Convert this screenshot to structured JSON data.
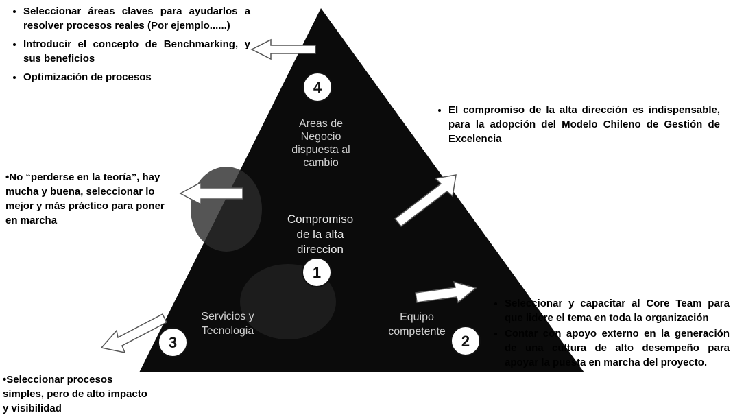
{
  "triangle": {
    "levels": [
      {
        "number": "4",
        "label_lines": [
          "Areas de",
          "Negocio",
          "dispuesta al",
          "cambio"
        ]
      },
      {
        "number": "1",
        "label_lines": [
          "Compromiso",
          "de la alta",
          "direccion"
        ]
      },
      {
        "number": "3",
        "label_lines": [
          "Servicios y",
          "Tecnologia"
        ]
      },
      {
        "number": "2",
        "label_lines": [
          "Equipo",
          "competente"
        ]
      }
    ]
  },
  "top_left": {
    "bullets": [
      "Seleccionar áreas claves para ayudarlos a resolver procesos reales (Por ejemplo......)",
      "Introducir el concepto de Benchmarking, y sus beneficios",
      "Optimización de procesos"
    ]
  },
  "middle_left": {
    "text": "•No “perderse en la teoría”, hay mucha y buena, seleccionar lo mejor y más práctico para poner en marcha"
  },
  "bottom_left": {
    "text": "•Seleccionar procesos simples, pero de alto impacto y visibilidad"
  },
  "top_right": {
    "bullets": [
      "El compromiso de la alta dirección es indispensable, para la adopción del Modelo Chileno de Gestión de Excelencia"
    ]
  },
  "bottom_right": {
    "bullets": [
      "Seleccionar y capacitar al Core Team para que lidere el tema en toda la organización",
      "Contar con apoyo externo en la generación de una cultura de alto desempeño para apoyar la puesta en marcha del proyecto."
    ]
  },
  "colors": {
    "triangle": "#0b0b0b",
    "arrow_fill": "#ffffff",
    "arrow_stroke": "#555555"
  }
}
